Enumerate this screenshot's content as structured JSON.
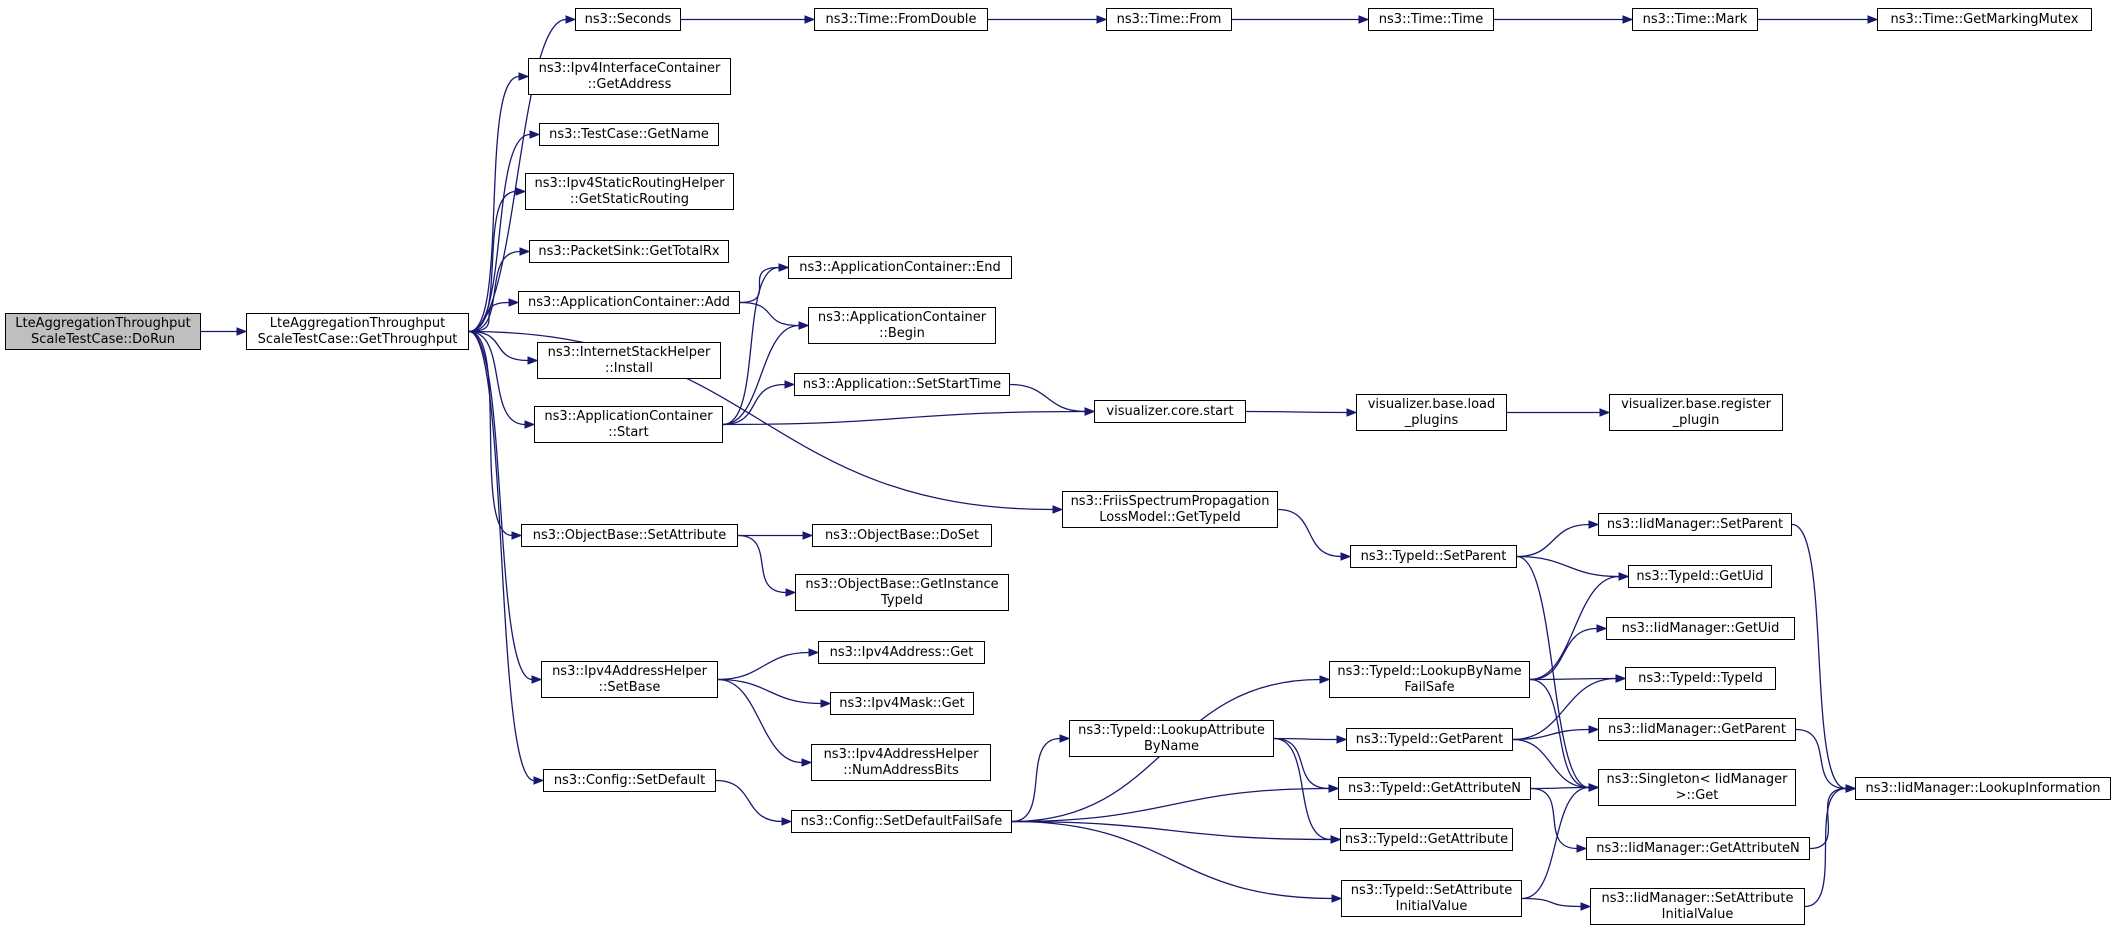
{
  "colors": {
    "edge": "#191970",
    "root_fill": "#bfbfbf",
    "node_fill": "#ffffff",
    "border": "#000000"
  },
  "nodes": [
    {
      "id": "doRun",
      "lines": [
        "LteAggregationThroughput",
        "ScaleTestCase::DoRun"
      ],
      "root": true
    },
    {
      "id": "getThroughput",
      "lines": [
        "LteAggregationThroughput",
        "ScaleTestCase::GetThroughput"
      ]
    },
    {
      "id": "seconds",
      "lines": [
        "ns3::Seconds"
      ]
    },
    {
      "id": "fromDouble",
      "lines": [
        "ns3::Time::FromDouble"
      ]
    },
    {
      "id": "from",
      "lines": [
        "ns3::Time::From"
      ]
    },
    {
      "id": "time",
      "lines": [
        "ns3::Time::Time"
      ]
    },
    {
      "id": "mark",
      "lines": [
        "ns3::Time::Mark"
      ]
    },
    {
      "id": "getMarkingMutex",
      "lines": [
        "ns3::Time::GetMarkingMutex"
      ]
    },
    {
      "id": "ipv4IfGetAddress",
      "lines": [
        "ns3::Ipv4InterfaceContainer",
        "::GetAddress"
      ]
    },
    {
      "id": "testCaseGetName",
      "lines": [
        "ns3::TestCase::GetName"
      ]
    },
    {
      "id": "getStaticRouting",
      "lines": [
        "ns3::Ipv4StaticRoutingHelper",
        "::GetStaticRouting"
      ]
    },
    {
      "id": "getTotalRx",
      "lines": [
        "ns3::PacketSink::GetTotalRx"
      ]
    },
    {
      "id": "appAdd",
      "lines": [
        "ns3::ApplicationContainer::Add"
      ]
    },
    {
      "id": "appEnd",
      "lines": [
        "ns3::ApplicationContainer::End"
      ]
    },
    {
      "id": "appBegin",
      "lines": [
        "ns3::ApplicationContainer",
        "::Begin"
      ]
    },
    {
      "id": "install",
      "lines": [
        "ns3::InternetStackHelper",
        "::Install"
      ]
    },
    {
      "id": "setStartTime",
      "lines": [
        "ns3::Application::SetStartTime"
      ]
    },
    {
      "id": "appStart",
      "lines": [
        "ns3::ApplicationContainer",
        "::Start"
      ]
    },
    {
      "id": "vizStart",
      "lines": [
        "visualizer.core.start"
      ]
    },
    {
      "id": "loadPlugins",
      "lines": [
        "visualizer.base.load",
        "_plugins"
      ]
    },
    {
      "id": "registerPlugin",
      "lines": [
        "visualizer.base.register",
        "_plugin"
      ]
    },
    {
      "id": "friisGetTypeId",
      "lines": [
        "ns3::FriisSpectrumPropagation",
        "LossModel::GetTypeId"
      ]
    },
    {
      "id": "setAttribute",
      "lines": [
        "ns3::ObjectBase::SetAttribute"
      ]
    },
    {
      "id": "doSet",
      "lines": [
        "ns3::ObjectBase::DoSet"
      ]
    },
    {
      "id": "getInstanceTypeId",
      "lines": [
        "ns3::ObjectBase::GetInstance",
        "TypeId"
      ]
    },
    {
      "id": "typeIdSetParent",
      "lines": [
        "ns3::TypeId::SetParent"
      ]
    },
    {
      "id": "iidSetParent",
      "lines": [
        "ns3::IidManager::SetParent"
      ]
    },
    {
      "id": "typeIdGetUid",
      "lines": [
        "ns3::TypeId::GetUid"
      ]
    },
    {
      "id": "iidGetUid",
      "lines": [
        "ns3::IidManager::GetUid"
      ]
    },
    {
      "id": "typeIdTypeId",
      "lines": [
        "ns3::TypeId::TypeId"
      ]
    },
    {
      "id": "ipv4AddrHelperSetBase",
      "lines": [
        "ns3::Ipv4AddressHelper",
        "::SetBase"
      ]
    },
    {
      "id": "ipv4AddressGet",
      "lines": [
        "ns3::Ipv4Address::Get"
      ]
    },
    {
      "id": "ipv4MaskGet",
      "lines": [
        "ns3::Ipv4Mask::Get"
      ]
    },
    {
      "id": "numAddressBits",
      "lines": [
        "ns3::Ipv4AddressHelper",
        "::NumAddressBits"
      ]
    },
    {
      "id": "lookupByNameFailSafe",
      "lines": [
        "ns3::TypeId::LookupByName",
        "FailSafe"
      ]
    },
    {
      "id": "lookupAttributeByName",
      "lines": [
        "ns3::TypeId::LookupAttribute",
        "ByName"
      ]
    },
    {
      "id": "typeIdGetParent",
      "lines": [
        "ns3::TypeId::GetParent"
      ]
    },
    {
      "id": "iidGetParent",
      "lines": [
        "ns3::IidManager::GetParent"
      ]
    },
    {
      "id": "configSetDefault",
      "lines": [
        "ns3::Config::SetDefault"
      ]
    },
    {
      "id": "configSetDefaultFailSafe",
      "lines": [
        "ns3::Config::SetDefaultFailSafe"
      ]
    },
    {
      "id": "getAttributeN",
      "lines": [
        "ns3::TypeId::GetAttributeN"
      ]
    },
    {
      "id": "singletonGet",
      "lines": [
        "ns3::Singleton< IidManager",
        "  >::Get"
      ]
    },
    {
      "id": "lookupInformation",
      "lines": [
        "ns3::IidManager::LookupInformation"
      ]
    },
    {
      "id": "getAttribute",
      "lines": [
        "ns3::TypeId::GetAttribute"
      ]
    },
    {
      "id": "iidGetAttributeN",
      "lines": [
        "ns3::IidManager::GetAttributeN"
      ]
    },
    {
      "id": "setAttributeInitialValue",
      "lines": [
        "ns3::TypeId::SetAttribute",
        "InitialValue"
      ]
    },
    {
      "id": "iidSetAttributeInitialValue",
      "lines": [
        "ns3::IidManager::SetAttribute",
        "InitialValue"
      ]
    }
  ],
  "edges": [
    [
      "doRun",
      "getThroughput"
    ],
    [
      "getThroughput",
      "seconds"
    ],
    [
      "seconds",
      "fromDouble"
    ],
    [
      "fromDouble",
      "from"
    ],
    [
      "from",
      "time"
    ],
    [
      "time",
      "mark"
    ],
    [
      "mark",
      "getMarkingMutex"
    ],
    [
      "getThroughput",
      "ipv4IfGetAddress"
    ],
    [
      "getThroughput",
      "testCaseGetName"
    ],
    [
      "getThroughput",
      "getStaticRouting"
    ],
    [
      "getThroughput",
      "getTotalRx"
    ],
    [
      "getThroughput",
      "appAdd"
    ],
    [
      "appAdd",
      "appEnd"
    ],
    [
      "appAdd",
      "appBegin"
    ],
    [
      "getThroughput",
      "install"
    ],
    [
      "getThroughput",
      "appStart"
    ],
    [
      "appStart",
      "appEnd"
    ],
    [
      "appStart",
      "appBegin"
    ],
    [
      "appStart",
      "setStartTime"
    ],
    [
      "appStart",
      "vizStart"
    ],
    [
      "setStartTime",
      "vizStart"
    ],
    [
      "vizStart",
      "loadPlugins"
    ],
    [
      "loadPlugins",
      "registerPlugin"
    ],
    [
      "getThroughput",
      "friisGetTypeId"
    ],
    [
      "friisGetTypeId",
      "typeIdSetParent"
    ],
    [
      "typeIdSetParent",
      "iidSetParent"
    ],
    [
      "typeIdSetParent",
      "typeIdGetUid"
    ],
    [
      "typeIdSetParent",
      "singletonGet"
    ],
    [
      "iidSetParent",
      "lookupInformation"
    ],
    [
      "getThroughput",
      "setAttribute"
    ],
    [
      "setAttribute",
      "doSet"
    ],
    [
      "setAttribute",
      "getInstanceTypeId"
    ],
    [
      "getThroughput",
      "ipv4AddrHelperSetBase"
    ],
    [
      "ipv4AddrHelperSetBase",
      "ipv4AddressGet"
    ],
    [
      "ipv4AddrHelperSetBase",
      "ipv4MaskGet"
    ],
    [
      "ipv4AddrHelperSetBase",
      "numAddressBits"
    ],
    [
      "getThroughput",
      "configSetDefault"
    ],
    [
      "configSetDefault",
      "configSetDefaultFailSafe"
    ],
    [
      "configSetDefaultFailSafe",
      "lookupByNameFailSafe"
    ],
    [
      "configSetDefaultFailSafe",
      "lookupAttributeByName"
    ],
    [
      "configSetDefaultFailSafe",
      "getAttributeN"
    ],
    [
      "configSetDefaultFailSafe",
      "getAttribute"
    ],
    [
      "configSetDefaultFailSafe",
      "setAttributeInitialValue"
    ],
    [
      "lookupByNameFailSafe",
      "typeIdGetUid"
    ],
    [
      "lookupByNameFailSafe",
      "iidGetUid"
    ],
    [
      "lookupByNameFailSafe",
      "typeIdTypeId"
    ],
    [
      "lookupByNameFailSafe",
      "singletonGet"
    ],
    [
      "lookupAttributeByName",
      "typeIdGetParent"
    ],
    [
      "lookupAttributeByName",
      "getAttributeN"
    ],
    [
      "lookupAttributeByName",
      "getAttribute"
    ],
    [
      "typeIdGetParent",
      "typeIdTypeId"
    ],
    [
      "typeIdGetParent",
      "iidGetParent"
    ],
    [
      "typeIdGetParent",
      "singletonGet"
    ],
    [
      "iidGetParent",
      "lookupInformation"
    ],
    [
      "getAttributeN",
      "singletonGet"
    ],
    [
      "getAttributeN",
      "iidGetAttributeN"
    ],
    [
      "iidGetAttributeN",
      "lookupInformation"
    ],
    [
      "setAttributeInitialValue",
      "singletonGet"
    ],
    [
      "setAttributeInitialValue",
      "iidSetAttributeInitialValue"
    ],
    [
      "iidSetAttributeInitialValue",
      "lookupInformation"
    ]
  ]
}
